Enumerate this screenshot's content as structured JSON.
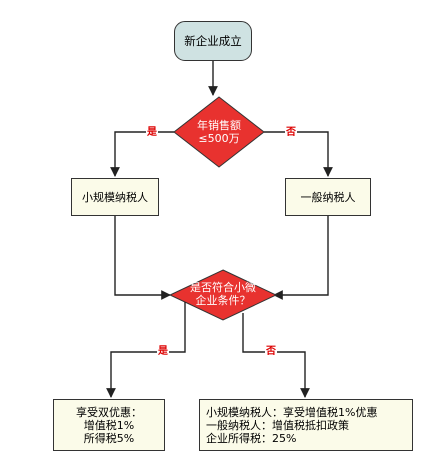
{
  "nodes": {
    "start": "新企业成立",
    "decision1": {
      "line1": "年销售额",
      "line2": "≤500万"
    },
    "small_taxpayer": "小规模纳税人",
    "general_taxpayer": "一般纳税人",
    "decision2": {
      "line1": "是否符合小微",
      "line2": "企业条件？"
    },
    "result_yes": [
      "享受双优惠：",
      "增值税1%",
      "所得税5%"
    ],
    "result_no": [
      "小规模纳税人：享受增值税1%优惠",
      "一般纳税人：增值税抵扣政策",
      "企业所得税：25%"
    ]
  },
  "edge_labels": {
    "d1_yes": "是",
    "d1_no": "否",
    "d2_yes": "是",
    "d2_no": "否"
  },
  "colors": {
    "decision_fill": "#e8322f",
    "start_fill": "#cfe2e2",
    "box_fill": "#fbfbe9",
    "edge_label": "#dd0000"
  }
}
